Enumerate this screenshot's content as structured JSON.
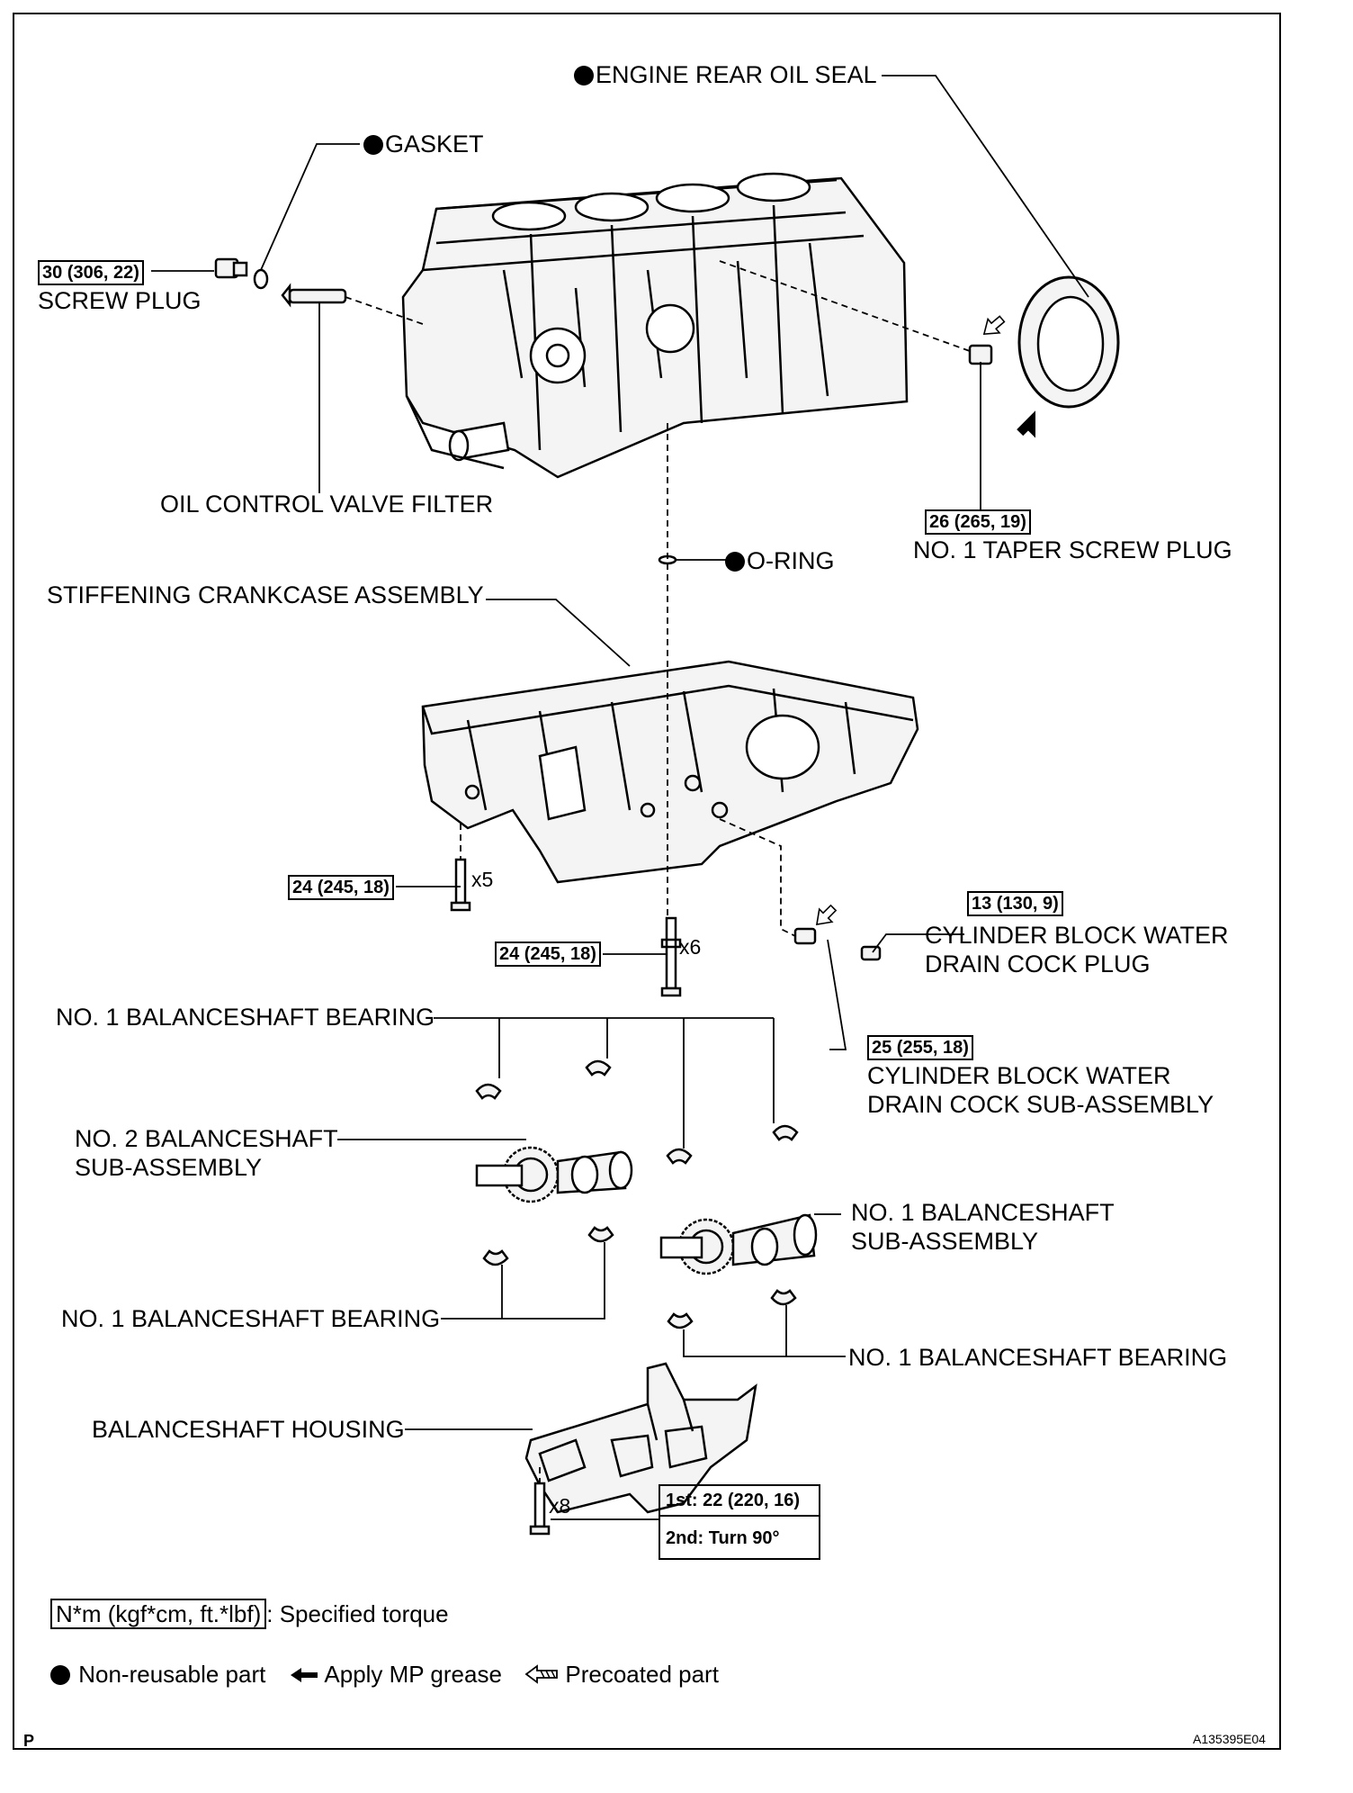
{
  "labels": {
    "engine_rear_oil_seal": "ENGINE REAR OIL SEAL",
    "gasket": "GASKET",
    "screw_plug": "SCREW PLUG",
    "oil_control_valve_filter": "OIL CONTROL VALVE FILTER",
    "taper_screw_plug": "NO. 1 TAPER SCREW PLUG",
    "o_ring": "O-RING",
    "stiffening_crankcase": "STIFFENING CRANKCASE ASSEMBLY",
    "drain_cock_plug_1": "CYLINDER BLOCK WATER",
    "drain_cock_plug_2": "DRAIN COCK PLUG",
    "bearing_top": "NO. 1 BALANCESHAFT BEARING",
    "drain_cock_sub_1": "CYLINDER BLOCK WATER",
    "drain_cock_sub_2": "DRAIN COCK SUB-ASSEMBLY",
    "no2_balanceshaft_1": "NO. 2 BALANCESHAFT",
    "no2_balanceshaft_2": "SUB-ASSEMBLY",
    "no1_balanceshaft_1": "NO. 1 BALANCESHAFT",
    "no1_balanceshaft_2": "SUB-ASSEMBLY",
    "bearing_mid": "NO. 1 BALANCESHAFT BEARING",
    "bearing_right": "NO. 1 BALANCESHAFT BEARING",
    "balanceshaft_housing": "BALANCESHAFT HOUSING"
  },
  "torques": {
    "screw_plug": "30 (306, 22)",
    "taper_screw_plug": "26 (265, 19)",
    "crankcase_bolt_a": "24 (245, 18)",
    "crankcase_bolt_b": "24 (245, 18)",
    "drain_cock_plug": "13 (130, 9)",
    "drain_cock_sub": "25 (255, 18)",
    "housing_first": "1st: 22 (220, 16)",
    "housing_second": "2nd: Turn 90°"
  },
  "quantities": {
    "bolt_a": "x5",
    "bolt_b": "x6",
    "housing_bolts": "x8"
  },
  "legend": {
    "torque_unit": "N*m (kgf*cm, ft.*lbf)",
    "torque_desc": ": Specified torque",
    "non_reusable": "Non-reusable part",
    "mp_grease": "Apply MP grease",
    "precoated": "Precoated part"
  },
  "footer": {
    "left_code": "P",
    "ref_code": "A135395E04"
  }
}
